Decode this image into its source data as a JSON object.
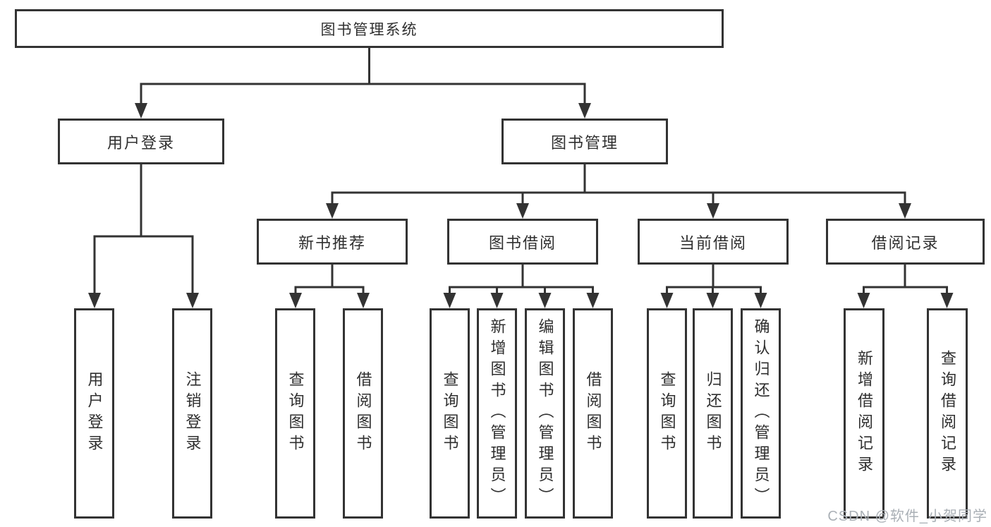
{
  "diagram": {
    "title_note": "library management system functional structure chart",
    "root": {
      "label": "图书管理系统"
    },
    "level2": [
      {
        "label": "用户登录"
      },
      {
        "label": "图书管理"
      }
    ],
    "level3": [
      {
        "label": "新书推荐"
      },
      {
        "label": "图书借阅"
      },
      {
        "label": "当前借阅"
      },
      {
        "label": "借阅记录"
      }
    ],
    "leaves": [
      {
        "label": "用户登录"
      },
      {
        "label": "注销登录"
      },
      {
        "label": "查询图书"
      },
      {
        "label": "借阅图书"
      },
      {
        "label": "查询图书"
      },
      {
        "label": "新增图书（管理员）"
      },
      {
        "label": "编辑图书（管理员）"
      },
      {
        "label": "借阅图书"
      },
      {
        "label": "查询图书"
      },
      {
        "label": "归还图书"
      },
      {
        "label": "确认归还（管理员）"
      },
      {
        "label": "新增借阅记录"
      },
      {
        "label": "查询借阅记录"
      }
    ],
    "colors": {
      "line": "#333333",
      "text": "#2f2f2f",
      "background": "#ffffff",
      "watermark": "#aab0b6"
    }
  },
  "watermark": {
    "text": "CSDN @软件_小贺同学"
  }
}
